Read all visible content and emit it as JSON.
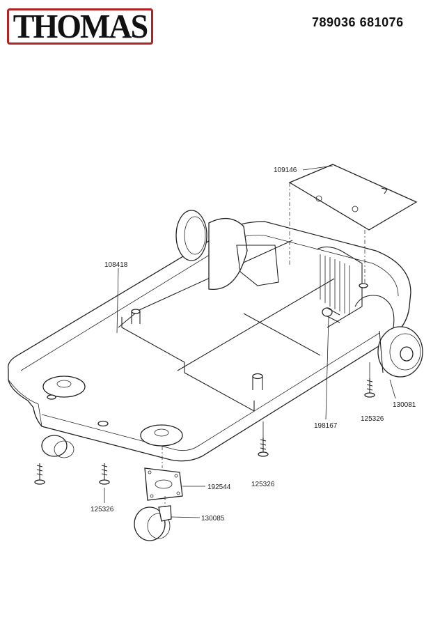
{
  "brand": {
    "logo_text": "THOMAS",
    "accent_color": "#b22222"
  },
  "header": {
    "code": "789036 681076"
  },
  "parts": [
    {
      "number": "109146"
    },
    {
      "number": "108418"
    },
    {
      "number": "198167"
    },
    {
      "number": "125326"
    },
    {
      "number": "130081"
    },
    {
      "number": "125326"
    },
    {
      "number": "192544"
    },
    {
      "number": "130085"
    },
    {
      "number": "125326"
    }
  ]
}
